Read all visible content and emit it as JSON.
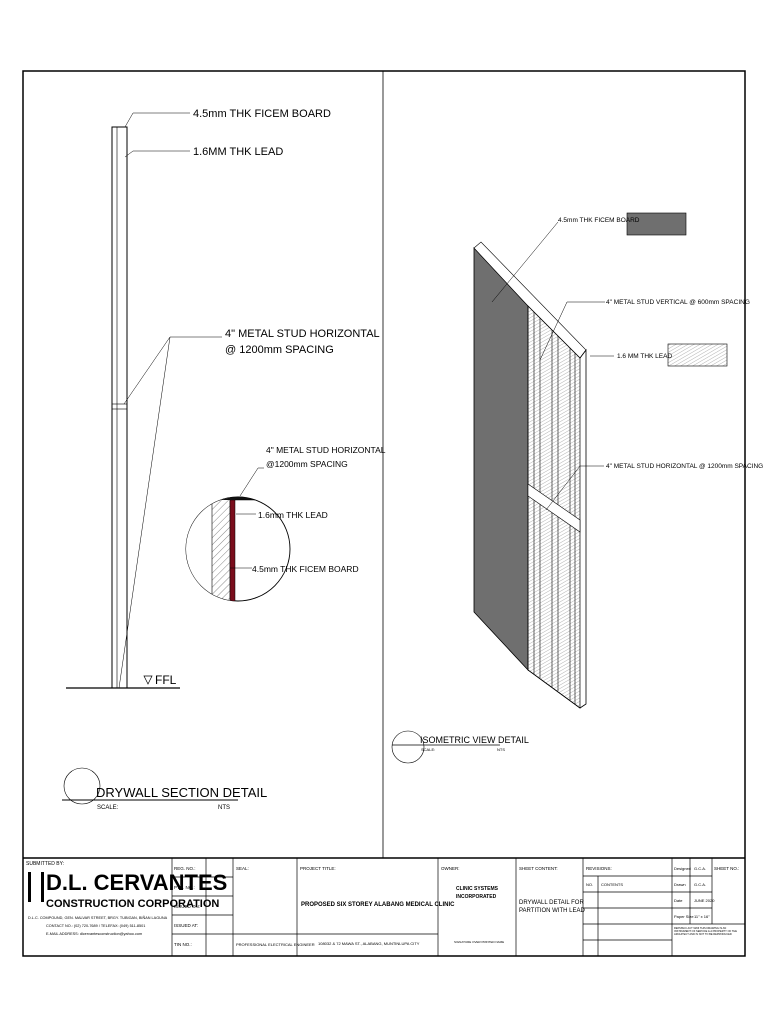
{
  "section_labels": {
    "board_top": "4.5mm THK FICEM BOARD",
    "lead_top": "1.6MM THK LEAD",
    "stud_line1": "4\" METAL STUD HORIZONTAL",
    "stud_line2": "@ 1200mm SPACING",
    "ffl": "FFL"
  },
  "detail_circle": {
    "stud_line1": "4\" METAL STUD HORIZONTAL",
    "stud_line2": "@1200mm SPACING",
    "lead": "1.6mm THK LEAD",
    "board": "4.5mm THK FICEM BOARD"
  },
  "isometric_labels": {
    "board": "4.5mm THK FICEM BOARD",
    "stud_vertical": "4\" METAL STUD VERTICAL @ 600mm SPACING",
    "lead": "1.6 MM THK LEAD",
    "stud_horizontal": "4\" METAL STUD HORIZONTAL @ 1200mm SPACING"
  },
  "drawing_titles": {
    "section_title": "DRYWALL SECTION DETAIL",
    "section_scale_label": "SCALE:",
    "section_scale_value": "NTS",
    "iso_title": "ISOMETRIC VIEW DETAIL",
    "iso_scale_label": "SCALE:",
    "iso_scale_value": "NTS"
  },
  "title_block": {
    "submitted_by": "SUBMITTED BY:",
    "company_name": "D.L. CERVANTES",
    "company_sub": "CONSTRUCTION CORPORATION",
    "address_1": "D.L.C. COMPOUND, GEN. MALVAR STREET, BRGY. TUBIGAN, BIÑAN LAGUNA",
    "address_2": "CONTACT NO.: (02) 720-7689 / TELEFAX: (049) 511-8501",
    "address_3": "E-MAIL ADDRESS: dlcervantesconstruction@yahoo.com",
    "reg_no": "REG. NO.:",
    "ptr_no": "PTR. NO.:",
    "issued_on": "ISSUED ON:",
    "issued_at": "ISSUED AT:",
    "tin_no": "TIN NO.:",
    "seal": "SEAL:",
    "seal_caption": "PROFESSIONAL ELECTRICAL ENGINEER",
    "project_title_label": "PROJECT TITLE:",
    "project_title": "PROPOSED SIX STOREY ALABANG MEDICAL CLINIC",
    "project_address": "108032 & 72 MAWA ST., ALABANG, MUNTINLUPA CITY",
    "owner_label": "OWNER:",
    "owner_line1": "CLINIC SYSTEMS",
    "owner_line2": "INCORPORATED",
    "owner_caption": "SIGNATURE OVER PRINTED NAME",
    "sheet_content_label": "SHEET CONTENT:",
    "sheet_content_line1": "DRYWALL DETAIL FOR",
    "sheet_content_line2": "PARTITION WITH LEAD",
    "revisions_label": "REVISIONS:",
    "rev_no": "NO.",
    "rev_contents": "CONTENTS",
    "designed_label": "Designed",
    "designed_value": "G.C.A.",
    "drawn_label": "Drawn",
    "drawn_value": "G.C.A.",
    "date_label": "Date",
    "date_value": "JUNE 2020",
    "paper_size_label": "Paper Size",
    "paper_size_value": "11\" x 16\"",
    "sheet_no_label": "SHEET NO.:",
    "notice": "REPUBLIC ACT 9266 THIS DRAWING IS AN INSTRUMENT OF SERVICE & A PROPERTY OF THE ARCHITECT AND IS NOT TO BE REPRODUCED"
  }
}
